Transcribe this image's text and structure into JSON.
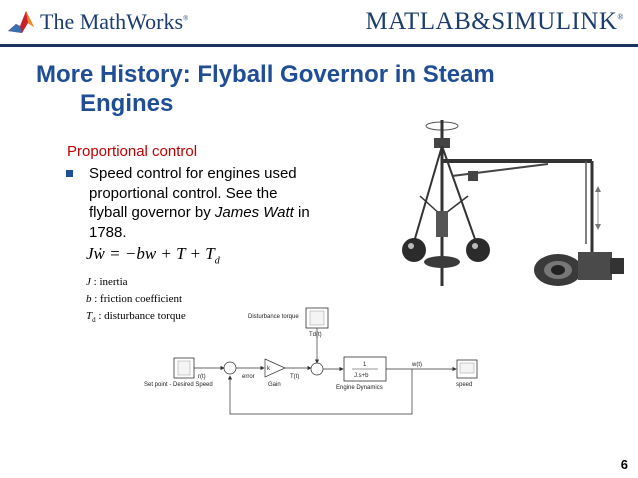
{
  "header": {
    "left_brand": "The MathWorks",
    "left_mark": "®",
    "right_brand": "MATLAB&SIMULINK",
    "right_mark": "®"
  },
  "slide": {
    "title_line1": "More History: Flyball Governor in Steam",
    "title_line2": "Engines",
    "subheading": "Proportional control",
    "bullet_part1": "Speed control for engines used proportional control. See the flyball governor by ",
    "bullet_name": "James Watt",
    "bullet_part2": " in 1788.",
    "page_number": "6"
  },
  "equation": {
    "lhs": "Jẇ",
    "rhs": "= −bw + T + T",
    "rhs_sub": "d"
  },
  "definitions": [
    {
      "symbol": "J",
      "sub": "",
      "text": " : inertia"
    },
    {
      "symbol": "b",
      "sub": "",
      "text": " : friction coefficient"
    },
    {
      "symbol": "T",
      "sub": "d",
      "text": " : disturbance torque"
    }
  ],
  "diagram": {
    "setpoint_label": "Set point  - Desired Speed",
    "r_label": "r(t)",
    "error_label": "error",
    "gain_symbol": "k",
    "gain_label": "Gain",
    "torque_label": "T(t)",
    "disturbance_label": "Disturbance torque",
    "td_label": "Td(t)",
    "tf_numerator": "1",
    "tf_denominator": "J.s+b",
    "engine_label": "Engine Dynamics",
    "w_label": "w(t)",
    "scope_label": "speed"
  },
  "colors": {
    "title": "#1f4e96",
    "subheading": "#c00000",
    "header_rule": "#17375e",
    "logo_red": "#c8202f",
    "logo_orange": "#f28a1a"
  },
  "icons": {
    "logo": "membrane-logo-icon",
    "bullet": "square-bullet-icon",
    "illustration": "flyball-governor-illustration"
  }
}
